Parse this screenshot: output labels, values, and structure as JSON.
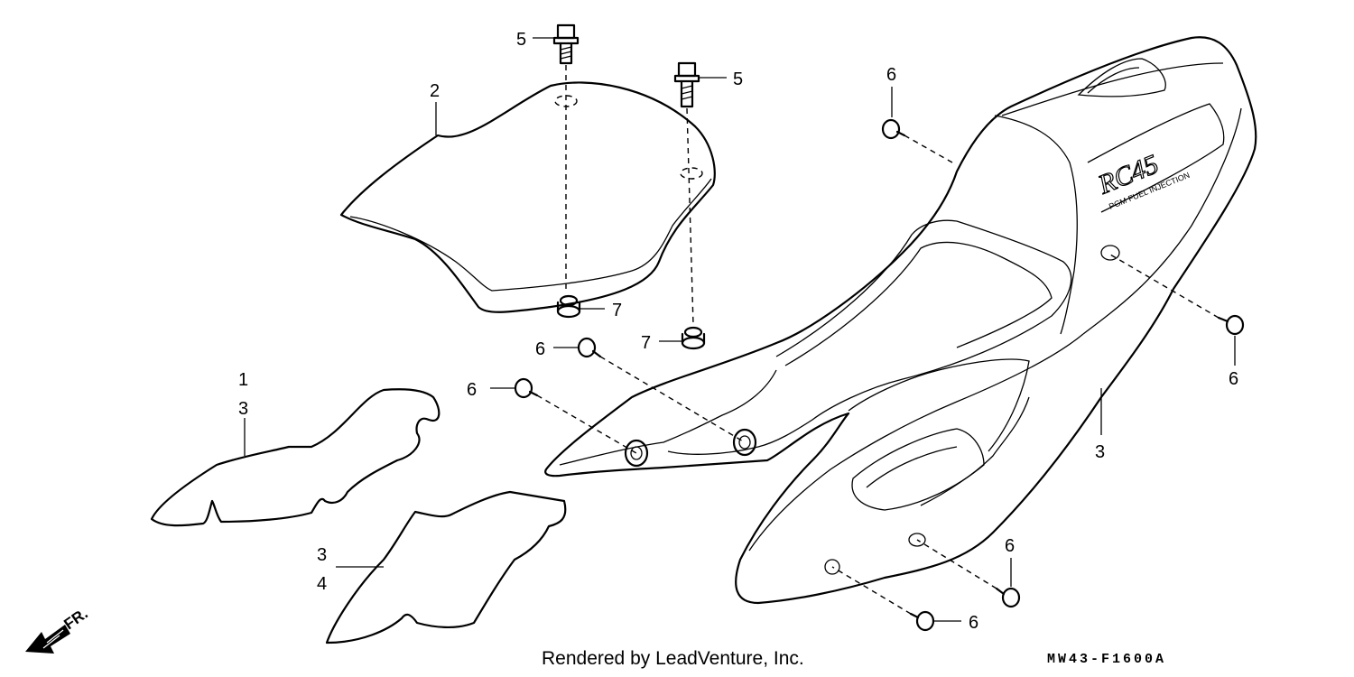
{
  "labels": {
    "seat_pad_a": "1",
    "seat_pad_a_cowl": "3",
    "seat": "2",
    "cowl_main": "3",
    "seat_pad_b_cowl": "3",
    "seat_pad_b": "4",
    "bolt_left": "5",
    "bolt_right": "5",
    "screw_top": "6",
    "screw_mid_a": "6",
    "screw_mid_b": "6",
    "screw_right": "6",
    "screw_bottom_a": "6",
    "screw_bottom_b": "6",
    "grommet_left": "7",
    "grommet_right": "7"
  },
  "cowl_logo": {
    "model": "RC45",
    "subtitle": "PGM FUEL INJECTION"
  },
  "front_indicator": "FR.",
  "footer": {
    "credit": "Rendered by LeadVenture, Inc.",
    "diagram_code": "MW43-F1600A"
  }
}
